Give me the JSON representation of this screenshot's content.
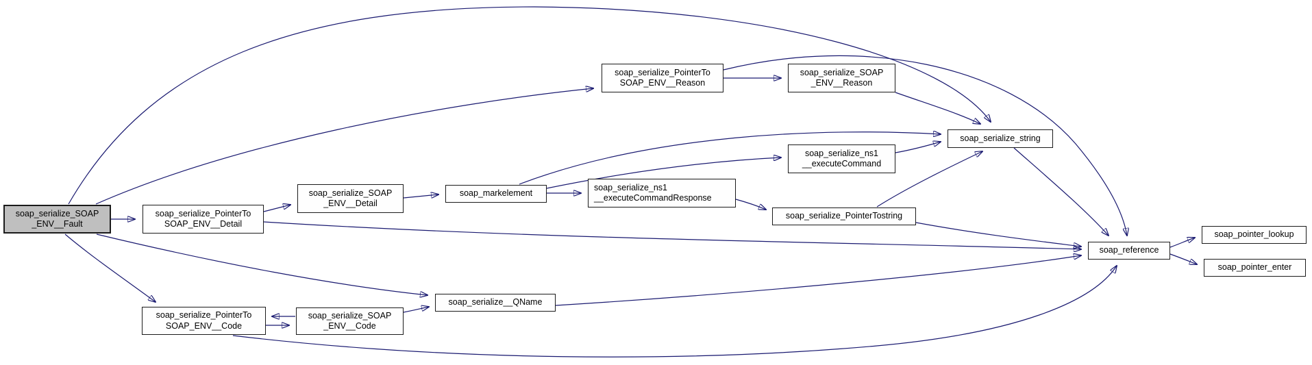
{
  "diagram": {
    "type": "call-graph",
    "root_function": "soap_serialize_SOAP_ENV__Fault",
    "colors": {
      "edge": "#191970",
      "node_border": "#1a1a1a",
      "node_fill": "#fefefe",
      "highlight_fill": "#bfbfbf",
      "background": "#ffffff"
    }
  },
  "nodes": {
    "fault": {
      "label": "soap_serialize_SOAP\n_ENV__Fault",
      "highlighted": true
    },
    "ptr_detail": {
      "label": "soap_serialize_PointerTo\nSOAP_ENV__Detail"
    },
    "env_detail": {
      "label": "soap_serialize_SOAP\n_ENV__Detail"
    },
    "markelement": {
      "label": "soap_markelement"
    },
    "ptr_reason": {
      "label": "soap_serialize_PointerTo\nSOAP_ENV__Reason"
    },
    "env_reason": {
      "label": "soap_serialize_SOAP\n_ENV__Reason"
    },
    "string": {
      "label": "soap_serialize_string"
    },
    "ns1_cmd": {
      "label": "soap_serialize_ns1\n__executeCommand"
    },
    "ns1_resp": {
      "label": "soap_serialize_ns1\n__executeCommandResponse"
    },
    "ptr_string": {
      "label": "soap_serialize_PointerTostring"
    },
    "reference": {
      "label": "soap_reference"
    },
    "lookup": {
      "label": "soap_pointer_lookup"
    },
    "enter": {
      "label": "soap_pointer_enter"
    },
    "qname": {
      "label": "soap_serialize__QName"
    },
    "ptr_code": {
      "label": "soap_serialize_PointerTo\nSOAP_ENV__Code"
    },
    "env_code": {
      "label": "soap_serialize_SOAP\n_ENV__Code"
    }
  },
  "edges": [
    {
      "from": "fault",
      "to": "ptr_detail"
    },
    {
      "from": "fault",
      "to": "ptr_reason"
    },
    {
      "from": "fault",
      "to": "string"
    },
    {
      "from": "fault",
      "to": "qname"
    },
    {
      "from": "fault",
      "to": "ptr_code"
    },
    {
      "from": "ptr_detail",
      "to": "env_detail"
    },
    {
      "from": "ptr_detail",
      "to": "reference"
    },
    {
      "from": "env_detail",
      "to": "markelement"
    },
    {
      "from": "markelement",
      "to": "ns1_cmd"
    },
    {
      "from": "markelement",
      "to": "ns1_resp"
    },
    {
      "from": "markelement",
      "to": "string"
    },
    {
      "from": "ns1_cmd",
      "to": "string"
    },
    {
      "from": "ns1_resp",
      "to": "ptr_string"
    },
    {
      "from": "ptr_reason",
      "to": "env_reason"
    },
    {
      "from": "ptr_reason",
      "to": "reference"
    },
    {
      "from": "env_reason",
      "to": "string"
    },
    {
      "from": "ptr_string",
      "to": "string"
    },
    {
      "from": "ptr_string",
      "to": "reference"
    },
    {
      "from": "string",
      "to": "reference"
    },
    {
      "from": "qname",
      "to": "reference"
    },
    {
      "from": "ptr_code",
      "to": "env_code"
    },
    {
      "from": "ptr_code",
      "to": "reference"
    },
    {
      "from": "env_code",
      "to": "ptr_code"
    },
    {
      "from": "env_code",
      "to": "qname"
    },
    {
      "from": "reference",
      "to": "lookup"
    },
    {
      "from": "reference",
      "to": "enter"
    }
  ]
}
